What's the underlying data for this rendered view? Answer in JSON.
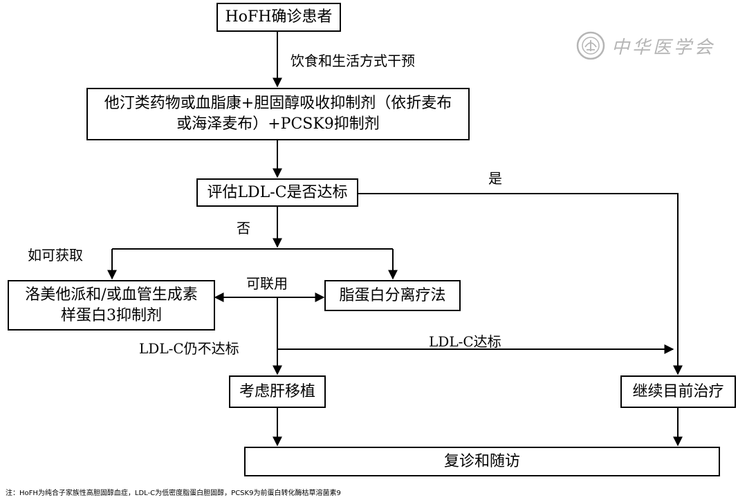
{
  "nodes": {
    "confirmed": "HoFH确诊患者",
    "drugs_line1": "他汀类药物或血脂康+胆固醇吸收抑制剂（依折麦布",
    "drugs_line2": "或海泽麦布）+PCSK9抑制剂",
    "evaluate": "评估LDL-C是否达标",
    "inhibitors_line1": "洛美他派和/或血管生成素",
    "inhibitors_line2": "样蛋白3抑制剂",
    "apheresis": "脂蛋白分离疗法",
    "liver": "考虑肝移植",
    "continue": "继续目前治疗",
    "followup": "复诊和随访"
  },
  "edge_labels": {
    "diet": "饮食和生活方式干预",
    "yes": "是",
    "no": "否",
    "if_available": "如可获取",
    "combine": "可联用",
    "not_reached": "LDL-C仍不达标",
    "reached": "LDL-C达标"
  },
  "watermark": {
    "text": "中华医学会",
    "icon": "society-seal-icon"
  },
  "footnote": "注：HoFH为纯合子家族性高胆固醇血症，LDL-C为低密度脂蛋白胆固醇，PCSK9为前蛋白转化酶枯草溶菌素9"
}
